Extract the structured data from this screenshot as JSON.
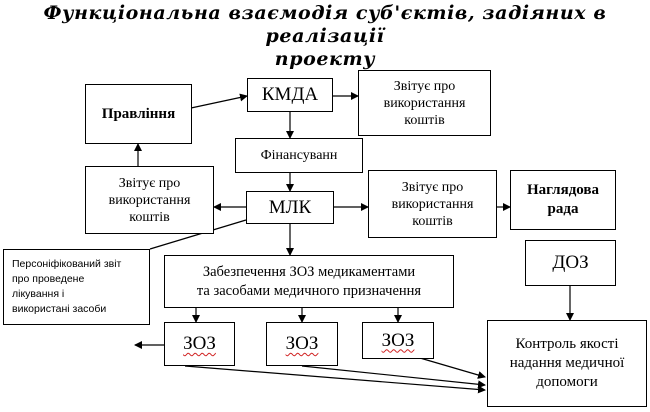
{
  "title": {
    "line1": "Функціональна взаємодія суб'єктів, задіяних в реалізації",
    "line2": "проекту"
  },
  "nodes": {
    "pravlinnia": "Правління",
    "kmda": "КМДА",
    "zvit_top": [
      "Звітує про",
      "використання",
      "коштів"
    ],
    "finansuvannia": "Фінансуванн",
    "zvit_left": [
      "Звітує про",
      "використання",
      "коштів"
    ],
    "mlk": "МЛК",
    "zvit_right": [
      "Звітує про",
      "використання",
      "коштів"
    ],
    "naglyadova": [
      "Наглядова",
      "рада"
    ],
    "personal_report": [
      "Персоніфікований звіт",
      "про проведене",
      "лікування і",
      "використані засоби"
    ],
    "supply": [
      "Забезпечення ЗОЗ медикаментами",
      "та засобами медичного призначення"
    ],
    "doz": "ДОЗ",
    "zoz_1": "ЗОЗ",
    "zoz_2": "ЗОЗ",
    "zoz_3": "ЗОЗ",
    "quality": [
      "Контроль якості",
      "надання медичної",
      "допомоги"
    ]
  }
}
